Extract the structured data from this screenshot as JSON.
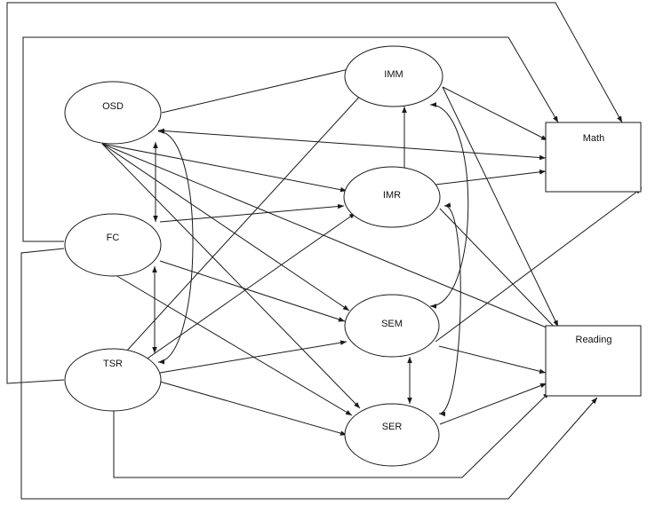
{
  "diagram": {
    "line_color": "#1a1a1a",
    "nodes": {
      "osd": "OSD",
      "fc": "FC",
      "tsr": "TSR",
      "imm": "IMM",
      "imr": "IMR",
      "sem": "SEM",
      "ser": "SER",
      "math": "Math",
      "reading": "Reading"
    }
  }
}
